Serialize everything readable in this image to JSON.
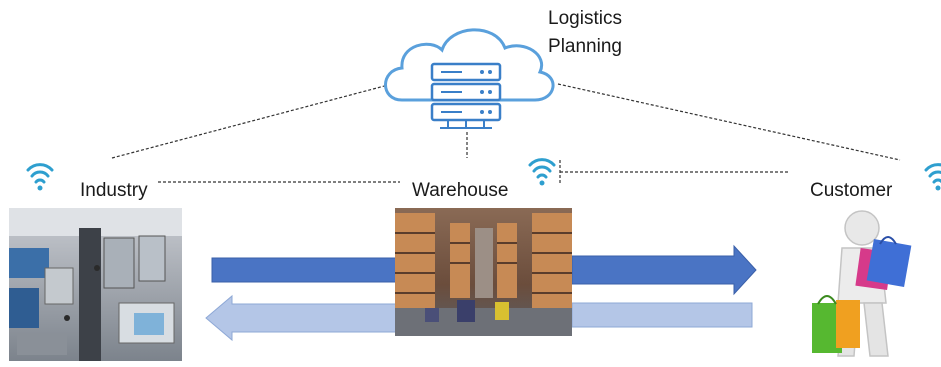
{
  "cloud": {
    "title_line1": "Logistics",
    "title_line2": "Planning",
    "icon": "cloud-server-icon"
  },
  "nodes": {
    "industry": {
      "label": "Industry",
      "icon": "wifi-icon"
    },
    "warehouse": {
      "label": "Warehouse",
      "icon": "wifi-icon"
    },
    "customer": {
      "label": "Customer",
      "icon": "wifi-icon"
    }
  },
  "colors": {
    "forward_arrow": "#4a74c4",
    "return_arrow": "#b4c6e7",
    "wifi": "#2e9fcf",
    "cloud_outline": "#5aa0dc",
    "server": "#3a7fc8"
  }
}
